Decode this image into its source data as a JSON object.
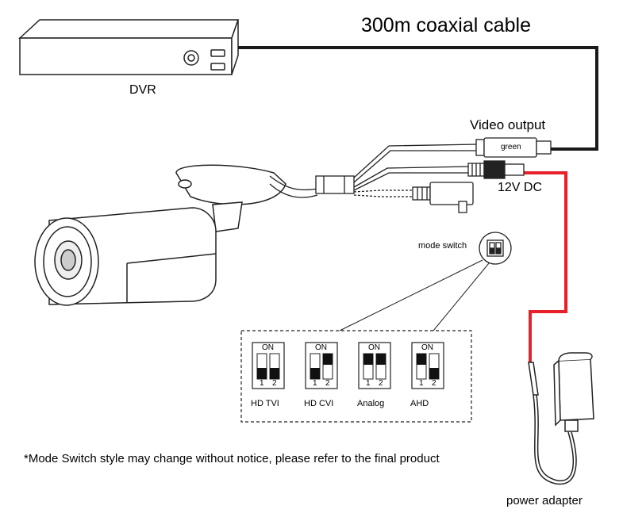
{
  "labels": {
    "cable": "300m coaxial cable",
    "dvr": "DVR",
    "video_output": "Video output",
    "green": "green",
    "dc": "12V DC",
    "mode_switch": "mode switch",
    "power_adapter": "power adapter",
    "note": "*Mode Switch style may change without notice, please refer to the final product"
  },
  "switch_on_label": "ON",
  "switch_numbers": [
    "1",
    "2"
  ],
  "modes": [
    {
      "name": "HD TVI",
      "pos1": "down",
      "pos2": "down"
    },
    {
      "name": "HD CVI",
      "pos1": "down",
      "pos2": "up"
    },
    {
      "name": "Analog",
      "pos1": "up",
      "pos2": "up"
    },
    {
      "name": "AHD",
      "pos1": "up",
      "pos2": "down"
    }
  ],
  "colors": {
    "power_cable": "#e8202a",
    "coax_cable": "#1a1a1a",
    "outline": "#222222"
  }
}
